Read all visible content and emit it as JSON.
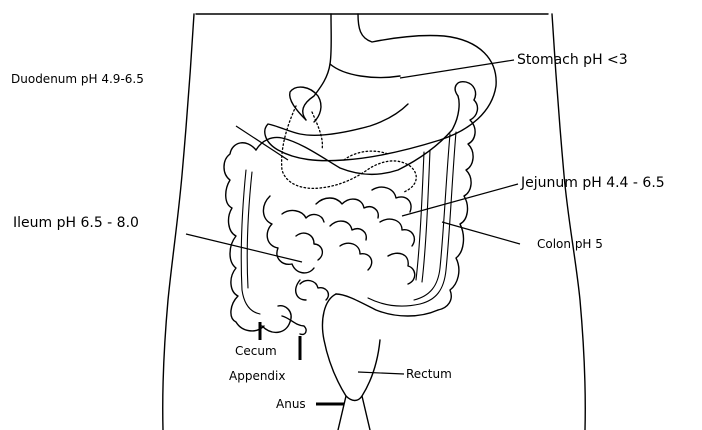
{
  "labels": {
    "stomach": "Stomach pH <3",
    "duodenum": "Duodenum pH 4.9-6.5",
    "jejunum": "Jejunum pH 4.4 - 6.5",
    "ileum": "Ileum pH 6.5 - 8.0",
    "colon": "Colon pH 5",
    "cecum": "Cecum",
    "appendix": "Appendix",
    "rectum": "Rectum",
    "anus": "Anus"
  }
}
